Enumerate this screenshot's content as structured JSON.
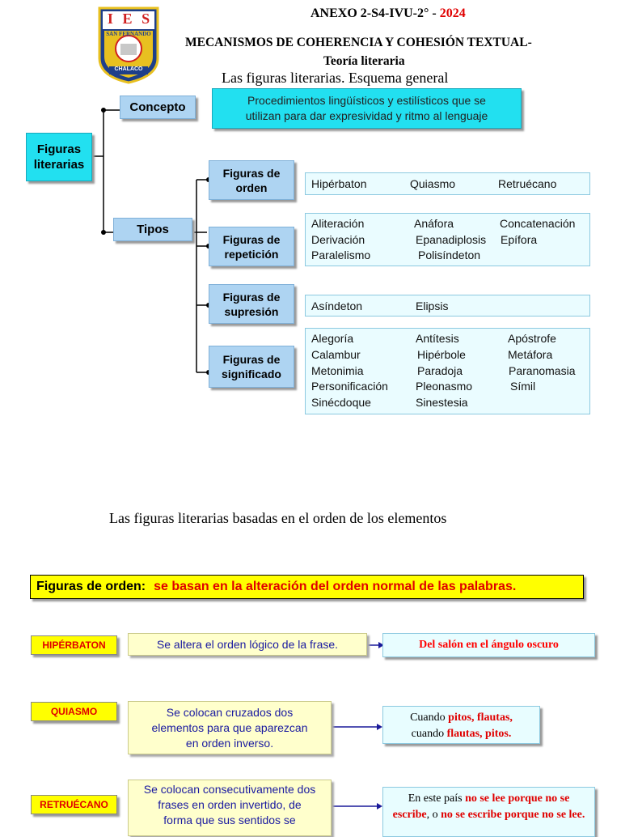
{
  "header": {
    "annex": "ANEXO 2-S4-IVU-2° - ",
    "year": "2024",
    "title1": "MECANISMOS DE COHERENCIA Y COHESIÓN TEXTUAL-",
    "title2": "Teoría literaria",
    "subtitle": "Las figuras literarias. Esquema general"
  },
  "logo": {
    "letters": [
      "I",
      "E",
      "S"
    ],
    "arc": "SAN FERNANDO",
    "place": "CHALACO",
    "colors": {
      "red": "#d02020",
      "blue": "#1e3f8a",
      "gold": "#e8c020"
    }
  },
  "scheme": {
    "root": "Figuras\nliterarias",
    "concept_label": "Concepto",
    "concept_text": "Procedimientos lingüísticos y estilísticos que se utilizan para dar expresividad y ritmo al lenguaje",
    "types_label": "Tipos",
    "groups": [
      {
        "label": "Figuras de\norden",
        "items": [
          "Hipérbaton",
          "Quiasmo",
          "Retruécano"
        ]
      },
      {
        "label": "Figuras de\nrepetición",
        "items": [
          "Aliteración",
          "Anáfora",
          "Concatenación",
          "Derivación",
          "Epanadiplosis",
          "Epífora",
          "Paralelismo",
          "Polisíndeton"
        ]
      },
      {
        "label": "Figuras de\nsupresión",
        "items": [
          "Asíndeton",
          "Elipsis"
        ]
      },
      {
        "label": "Figuras de\nsignificado",
        "items": [
          "Alegoría",
          "Antítesis",
          "Apóstrofe",
          "Calambur",
          "Hipérbole",
          "Metáfora",
          "Metonimia",
          "Paradoja",
          "Paranomasia",
          "Personificación",
          "Pleonasmo",
          "Símil",
          "Sinécdoque",
          "Sinestesia"
        ]
      }
    ]
  },
  "section2": {
    "heading": "Las figuras literarias basadas en el orden de los elementos",
    "banner_label": "Figuras de orden:",
    "banner_text": "se basan en la alteración del orden normal de las palabras.",
    "rows": [
      {
        "name": "HIPÉRBATON",
        "desc": "Se altera el orden lógico de la frase.",
        "example": "Del salón en el ángulo oscuro"
      },
      {
        "name": "QUIASMO",
        "desc": "Se colocan cruzados dos elementos para que aparezcan en orden inverso.",
        "ex_a": "Cuando ",
        "ex_b": "pitos, flautas,",
        "ex_c": "cuando ",
        "ex_d": "flautas, pitos."
      },
      {
        "name": "RETRUÉCANO",
        "desc": "Se colocan consecutivamente dos frases en orden invertido, de forma que sus sentidos se",
        "ex_a": "En este país ",
        "ex_b": "no se lee porque no se escribe",
        "ex_c": ", o ",
        "ex_d": "no se escribe porque no se lee."
      }
    ]
  }
}
